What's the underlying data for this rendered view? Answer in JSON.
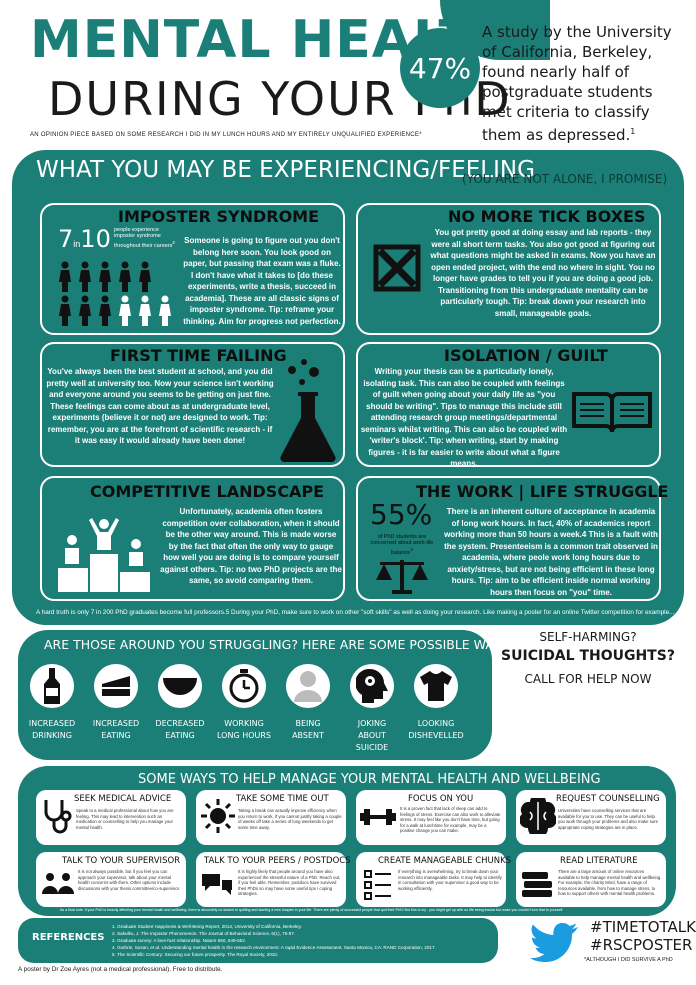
{
  "header": {
    "title_line1": "MENTAL HEALTH",
    "title_line2": "DURING YOUR PhD",
    "subtitle": "AN OPINION PIECE BASED ON SOME RESEARCH I DID IN MY LUNCH HOURS AND MY ENTIRELY UNQUALIFIED EXPERIENCE*",
    "stat_value": "47%",
    "stat_text": "A  study by the University of California, Berkeley, found nearly half of postgraduate students met criteria to classify them as depressed.",
    "stat_sup": "1"
  },
  "section1": {
    "heading": "WHAT YOU MAY BE EXPERIENCING/FEELING",
    "subheading": "(YOU ARE NOT ALONE, I PROMISE)",
    "cards": [
      {
        "title": "IMPOSTER SYNDROME",
        "stat_big1": "7",
        "stat_in": "in",
        "stat_big2": "10",
        "stat_note": "people experience imposter syndrome throughout their careers",
        "stat_sup": "2",
        "text": "Someone is going to figure out you don't belong here soon. You look good on paper, but passing that exam was a fluke. I don't have what it takes to [do these experiments, write a thesis, succeed in academia]. These are all classic signs of imposter syndrome. Tip: reframe your thinking. Aim for progress  not perfection."
      },
      {
        "title": "NO MORE TICK BOXES",
        "text": "You got pretty good at doing essay and lab reports - they were all short term tasks. You also got good at figuring out what questions might be asked in exams. Now you have an open ended project, with the end no where in sight. You no longer have grades to tell you if you are doing a good job. Transitioning from this undergraduate mentality can be particularly tough. Tip: break down your research into small, manageable goals."
      },
      {
        "title": "FIRST TIME FAILING",
        "text": "You've always been the best student at school, and you did pretty well at university too.  Now your science isn't working and everyone around you seems to be getting on just fine. These feelings can come about as at undergraduate level, experiments (believe it or not) are designed to work. Tip: remember, you are at the forefront of scientific research - if it was easy it would already have been done!"
      },
      {
        "title": "ISOLATION / GUILT",
        "text": "Writing your thesis can be a particularly lonely, isolating task. This can also be coupled with feelings of guilt when going about your daily life as \"you should be writing\". Tips to manage this include still attending research group meetings/departmental seminars whilst writing. This can also be coupled with 'writer's block'. Tip: when writing, start by making figures - it is far easier to write about what a figure means."
      },
      {
        "title": "COMPETITIVE LANDSCAPE",
        "text": "Unfortunately, academia often fosters competition over collaboration, when it should be the other way around. This is made worse by the fact that often the only way to gauge how well you are doing is to compare yourself against others.  Tip: no two PhD projects are the same, so avoid comparing them."
      },
      {
        "title": "THE WORK | LIFE STRUGGLE",
        "stat_big": "55%",
        "stat_note": "of PhD students are concerned about work-life balance",
        "stat_sup": "3",
        "text": "There is an inherent culture of acceptance in academia of long work hours. In fact, 40% of academics report working more than 50 hours a week.4 This is a fault with the system. Presenteeism is a common trait observed in academia, where peole work long hours due to anxiety/stress, but are not being efficient in these long hours. Tip: aim to be efficient inside normal working hours then focus on \"you\" time."
      }
    ],
    "footnote": "A hard truth is only 7 in 200 PhD graduates become full professors.5 During your PhD, make sure to work on other \"soft skills\" as well as doing your research. Like making a poster for an online Twitter competition for example..."
  },
  "section2": {
    "heading": "ARE THOSE AROUND YOU STRUGGLING? HERE ARE SOME POSSIBLE WARNING SIGNS",
    "signs": [
      {
        "icon": "bottle-icon",
        "label1": "INCREASED",
        "label2": "DRINKING"
      },
      {
        "icon": "cake-icon",
        "label1": "INCREASED",
        "label2": "EATING"
      },
      {
        "icon": "bowl-icon",
        "label1": "DECREASED",
        "label2": "EATING"
      },
      {
        "icon": "clock-icon",
        "label1": "WORKING",
        "label2": "LONG HOURS"
      },
      {
        "icon": "person-icon",
        "label1": "BEING",
        "label2": "ABSENT"
      },
      {
        "icon": "head-gears-icon",
        "label1": "JOKING",
        "label2": "ABOUT SUICIDE"
      },
      {
        "icon": "tshirt-icon",
        "label1": "LOOKING",
        "label2": "DISHEVELLED"
      }
    ],
    "help_line1": "SELF-HARMING?",
    "help_line2": "SUICIDAL THOUGHTS?",
    "help_line3": "CALL FOR HELP NOW"
  },
  "section3": {
    "heading": "SOME WAYS TO HELP MANAGE YOUR MENTAL HEALTH AND WELLBEING",
    "tips": [
      {
        "title": "SEEK MEDICAL ADVICE",
        "icon": "stethoscope-icon",
        "text": "Speak to a medical professional about how you are feeling. This may lead to intervention such as medication or counselling to help you manage your mental health."
      },
      {
        "title": "TAKE SOME TIME OUT",
        "icon": "sun-icon",
        "text": "Taking a break can actually improve efficiency when you return to work. If you cannot justify taking a couple of weeks off take a series of long weekends to get some time away."
      },
      {
        "title": "FOCUS ON YOU",
        "icon": "dumbbell-icon",
        "text": "It is a proven fact that lack of sleep can add to feelings of stress. Exercise can also work to alleviate stress. It may feel like you don't have time, but going for a walk at lunchtime for example, may be a positive change you can make."
      },
      {
        "title": "REQUEST COUNSELLING",
        "icon": "brain-icon",
        "text": "Universities have counselling services that are available for you to use. They can be useful to help you work through your problems and also make sure appropriate coping strategies are in place."
      },
      {
        "title": "TALK TO YOUR SUPERVISOR",
        "icon": "people-icon",
        "text": "It is not always possible, but if you feel you can approach your supervisor, talk about your mental health concerns with them. Other options include discussions with your thesis committee/co-supervisor."
      },
      {
        "title": "TALK TO YOUR PEERS / POSTDOCS",
        "icon": "chat-icon",
        "text": "It is highly likely that people around you have also experienced the stressful nature of a PhD. Reach out, if you feel able. Remember, postdocs have survived their PhDs so may have some useful tips / coping strategies."
      },
      {
        "title": "CREATE MANAGEABLE CHUNKS",
        "icon": "checklist-icon",
        "text": "If everything is overwhelming, try to break down your research into manageable tasks. It may help to identify in consultation with your supervisor a good way to be working efficiently."
      },
      {
        "title": "READ LITERATURE",
        "icon": "books-icon",
        "text": "There are a large amount of online resources available to help manage mental health and wellbeing. For example, the charity Mind, have a range of resources available, from how to manage stress, to how to support others with mental health problems."
      }
    ],
    "note": "As a final note: if your PhD is heavily affecting your mental health and wellbeing, there is absolutely no shame in quitting and starting a new chapter in your life. There are plenty of successful people that quit their PhD! But this is my - you might get up with no life being insular but wake you couldn't turn that to yourself"
  },
  "references": {
    "label": "REFERENCES",
    "items": [
      "1. Graduate Student Happiness & Well-Being Report, 2014, University of California, Berkeley.",
      "2. Sakulku, J. The Impostor Phenomenon. The Journal of Behavioral Science, 6(1), 75-97.",
      "3. Graduate survey: A love-hurt relationship. Nature 550, 549-552.",
      "4. Guthrie, Susan, et al. Understanding mental health in the research environment: A rapid Evidence Assessment. Santa Monica, CA: RAND Corporation, 2017.",
      "5. The Scientific Century: Securing our future prosperity. The Royal Society, 2010."
    ]
  },
  "footer": {
    "hashtag1": "#TIMETOTALK",
    "hashtag2": "#RSCPOSTER",
    "disclaimer": "*ALTHOUGH I DID SURVIVE A PhD",
    "credit": "A poster by Dr Zoe Ayres (not a medical professional). Free to distribute."
  },
  "colors": {
    "teal": "#1b7f78",
    "dark": "#1a1a1a",
    "white": "#ffffff"
  }
}
